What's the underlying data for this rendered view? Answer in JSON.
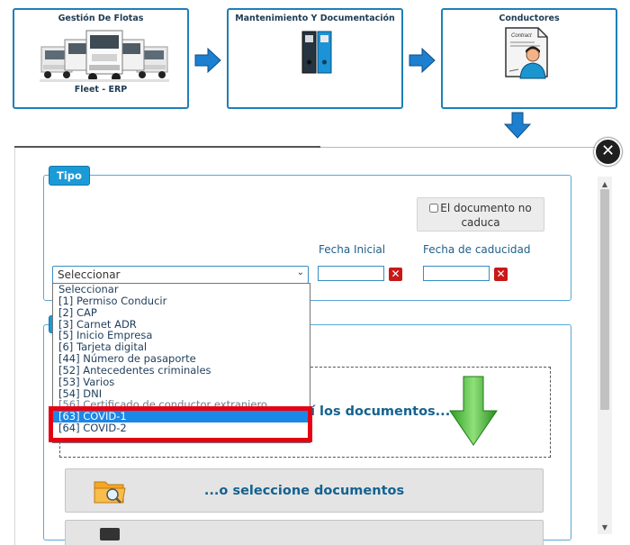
{
  "workflow": {
    "cards": [
      {
        "title": "Gestión De Flotas",
        "subtitle": "Fleet - ERP",
        "image": "trucks-image"
      },
      {
        "title": "Mantenimiento Y Documentación",
        "subtitle": "",
        "image": "binders-image"
      },
      {
        "title": "Conductores",
        "subtitle": "",
        "image": "driver-contract-image"
      }
    ],
    "contract_text": "Contract"
  },
  "dialog": {
    "close_glyph": "✕",
    "tipo_legend": "Tipo",
    "no_caduca_label": "El documento no caduca",
    "fecha_inicial_label": "Fecha Inicial",
    "fecha_caducidad_label": "Fecha de caducidad",
    "fecha_inicial_value": "",
    "fecha_caducidad_value": "",
    "select_value": "Seleccionar",
    "options": [
      "Seleccionar",
      "[1] Permiso Conducir",
      "[2] CAP",
      "[3] Carnet ADR",
      "[5] Inicio Empresa",
      "[6] Tarjeta digital",
      "[44] Número de pasaporte",
      "[52] Antecedentes criminales",
      "[53] Varios",
      "[54] DNI",
      "[56] Certificado de conductor extranjero",
      "[63] COVID-1",
      "[64] COVID-2"
    ],
    "selected_option": "[63] COVID-1",
    "drop_text": "í los documentos...",
    "select_docs_label": "...o seleccione documentos"
  },
  "colors": {
    "card_border": "#1e7fb8",
    "accent_blue": "#1a9bd7",
    "highlight_red": "#e60012",
    "clear_red": "#c91818",
    "selected_option": "#1b87e6",
    "arrow_green": "#3cb82e"
  },
  "icons": {
    "arrow": "blue-arrow-icon",
    "clear": "clear-x-icon",
    "close": "close-icon",
    "folder": "folder-search-icon",
    "download": "green-down-arrow-icon"
  }
}
